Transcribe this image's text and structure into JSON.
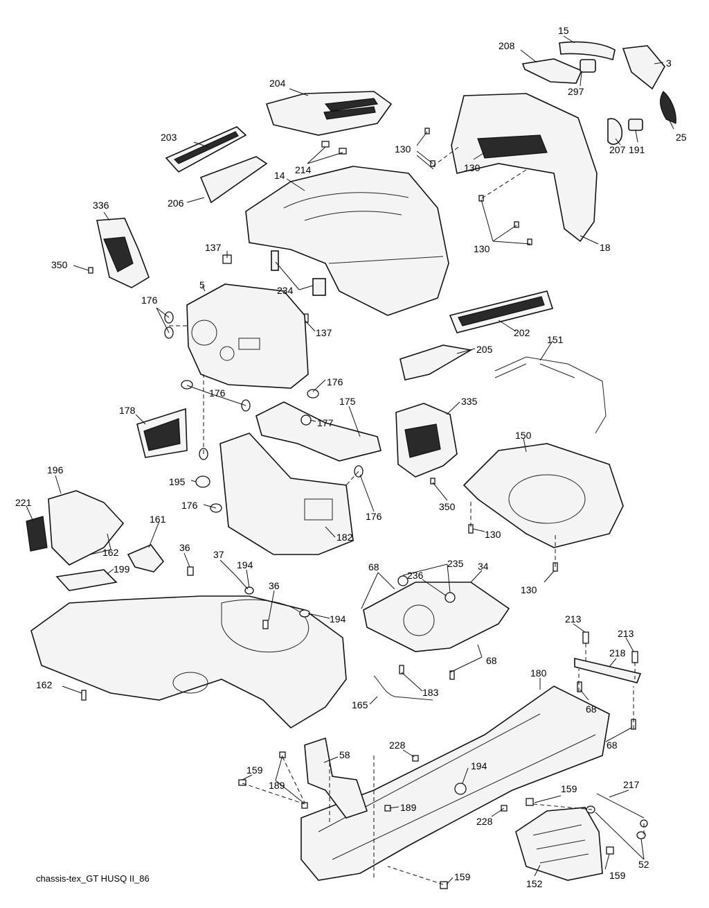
{
  "diagram": {
    "caption": "chassis-tex_GT HUSQ II_86",
    "labels": [
      {
        "text": "15",
        "name": "label-15"
      },
      {
        "text": "208",
        "name": "label-208"
      },
      {
        "text": "3",
        "name": "label-3"
      },
      {
        "text": "297",
        "name": "label-297"
      },
      {
        "text": "204",
        "name": "label-204"
      },
      {
        "text": "25",
        "name": "label-25"
      },
      {
        "text": "203",
        "name": "label-203"
      },
      {
        "text": "130",
        "name": "label-130-a"
      },
      {
        "text": "191",
        "name": "label-191"
      },
      {
        "text": "207",
        "name": "label-207"
      },
      {
        "text": "214",
        "name": "label-214"
      },
      {
        "text": "14",
        "name": "label-14"
      },
      {
        "text": "130",
        "name": "label-130-b"
      },
      {
        "text": "206",
        "name": "label-206"
      },
      {
        "text": "336",
        "name": "label-336"
      },
      {
        "text": "130",
        "name": "label-130-c"
      },
      {
        "text": "18",
        "name": "label-18"
      },
      {
        "text": "137",
        "name": "label-137-a"
      },
      {
        "text": "350",
        "name": "label-350-a"
      },
      {
        "text": "234",
        "name": "label-234"
      },
      {
        "text": "5",
        "name": "label-5"
      },
      {
        "text": "176",
        "name": "label-176-a"
      },
      {
        "text": "137",
        "name": "label-137-b"
      },
      {
        "text": "202",
        "name": "label-202"
      },
      {
        "text": "151",
        "name": "label-151"
      },
      {
        "text": "205",
        "name": "label-205"
      },
      {
        "text": "176",
        "name": "label-176-b"
      },
      {
        "text": "176",
        "name": "label-176-c"
      },
      {
        "text": "175",
        "name": "label-175"
      },
      {
        "text": "335",
        "name": "label-335"
      },
      {
        "text": "178",
        "name": "label-178"
      },
      {
        "text": "177",
        "name": "label-177"
      },
      {
        "text": "150",
        "name": "label-150"
      },
      {
        "text": "196",
        "name": "label-196"
      },
      {
        "text": "195",
        "name": "label-195"
      },
      {
        "text": "221",
        "name": "label-221"
      },
      {
        "text": "176",
        "name": "label-176-d"
      },
      {
        "text": "350",
        "name": "label-350-b"
      },
      {
        "text": "176",
        "name": "label-176-e"
      },
      {
        "text": "130",
        "name": "label-130-d"
      },
      {
        "text": "161",
        "name": "label-161"
      },
      {
        "text": "182",
        "name": "label-182"
      },
      {
        "text": "162",
        "name": "label-162-a"
      },
      {
        "text": "36",
        "name": "label-36-a"
      },
      {
        "text": "37",
        "name": "label-37"
      },
      {
        "text": "235",
        "name": "label-235"
      },
      {
        "text": "199",
        "name": "label-199"
      },
      {
        "text": "194",
        "name": "label-194-a"
      },
      {
        "text": "68",
        "name": "label-68-a"
      },
      {
        "text": "34",
        "name": "label-34"
      },
      {
        "text": "236",
        "name": "label-236"
      },
      {
        "text": "130",
        "name": "label-130-e"
      },
      {
        "text": "36",
        "name": "label-36-b"
      },
      {
        "text": "194",
        "name": "label-194-b"
      },
      {
        "text": "213",
        "name": "label-213-a"
      },
      {
        "text": "213",
        "name": "label-213-b"
      },
      {
        "text": "218",
        "name": "label-218"
      },
      {
        "text": "68",
        "name": "label-68-b"
      },
      {
        "text": "180",
        "name": "label-180"
      },
      {
        "text": "162",
        "name": "label-162-b"
      },
      {
        "text": "183",
        "name": "label-183"
      },
      {
        "text": "165",
        "name": "label-165"
      },
      {
        "text": "68",
        "name": "label-68-c"
      },
      {
        "text": "68",
        "name": "label-68-d"
      },
      {
        "text": "58",
        "name": "label-58"
      },
      {
        "text": "228",
        "name": "label-228-a"
      },
      {
        "text": "194",
        "name": "label-194-c"
      },
      {
        "text": "159",
        "name": "label-159-a"
      },
      {
        "text": "189",
        "name": "label-189-a"
      },
      {
        "text": "217",
        "name": "label-217"
      },
      {
        "text": "159",
        "name": "label-159-b"
      },
      {
        "text": "189",
        "name": "label-189-b"
      },
      {
        "text": "228",
        "name": "label-228-b"
      },
      {
        "text": "52",
        "name": "label-52"
      },
      {
        "text": "159",
        "name": "label-159-c"
      },
      {
        "text": "152",
        "name": "label-152"
      },
      {
        "text": "159",
        "name": "label-159-d"
      }
    ]
  }
}
